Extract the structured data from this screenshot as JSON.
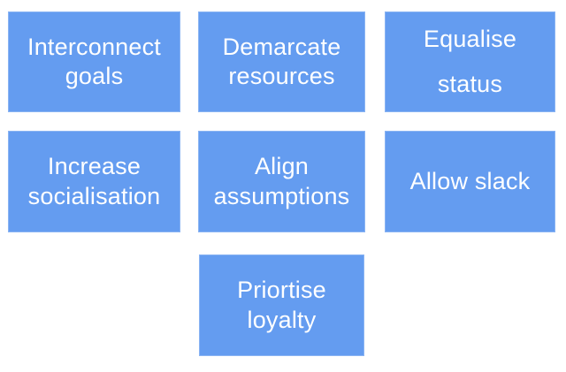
{
  "diagram": {
    "boxes": [
      {
        "id": "interconnect-goals",
        "label": "Interconnect goals",
        "line1": "Interconnect",
        "line2": "goals"
      },
      {
        "id": "demarcate-resources",
        "label": "Demarcate resources",
        "line1": "Demarcate",
        "line2": "resources"
      },
      {
        "id": "equalise-status",
        "label": "Equalise status",
        "line1": "Equalise",
        "line2": "status"
      },
      {
        "id": "increase-socialisation",
        "label": "Increase socialisation",
        "line1": "Increase",
        "line2": "socialisation"
      },
      {
        "id": "align-assumptions",
        "label": "Align assumptions",
        "line1": "Align",
        "line2": "assumptions"
      },
      {
        "id": "allow-slack",
        "label": "Allow slack",
        "line1": "Allow slack"
      },
      {
        "id": "priortise-loyalty",
        "label": "Priortise loyalty",
        "line1": "Priortise",
        "line2": "loyalty"
      }
    ],
    "colors": {
      "background": "#ffffff",
      "box_fill": "#649CF0",
      "box_edge": "#8ab4f3",
      "box_text": "#ffffff"
    }
  }
}
